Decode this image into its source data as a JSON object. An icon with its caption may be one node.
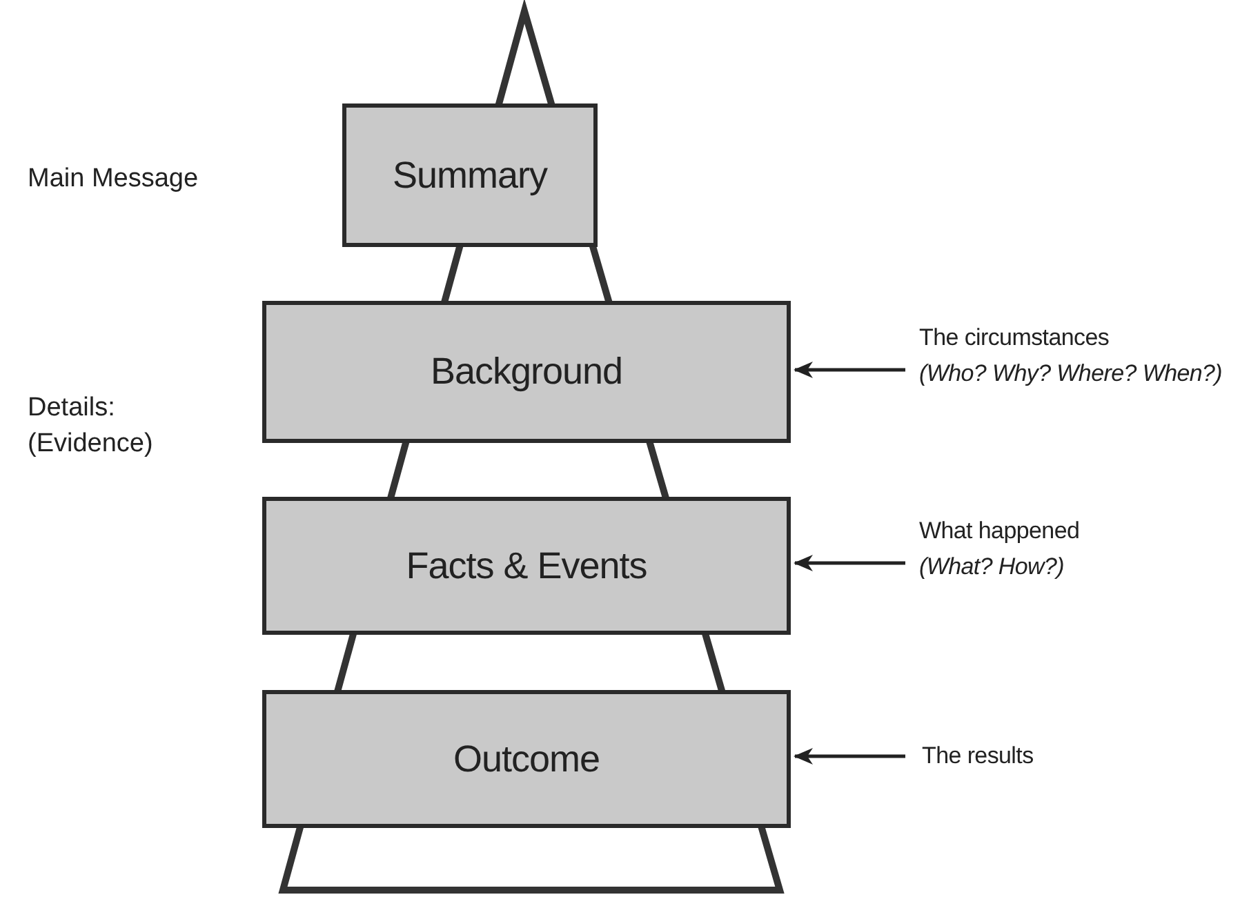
{
  "diagram": {
    "nodes": [
      {
        "text": [
          "Summary"
        ]
      },
      {
        "text": [
          "Background"
        ]
      },
      {
        "text": [
          "Facts & Events"
        ]
      },
      {
        "text": [
          "Outcome"
        ]
      },
      {
        "text": [
          "The circumstances",
          "(Who? Why? Where? When?)"
        ]
      },
      {
        "text": [
          "What happened",
          "(What? How?)"
        ]
      },
      {
        "text": [
          "The results"
        ]
      }
    ],
    "edges": [
      {
        "from": 4,
        "to": 1,
        "arrow": "to"
      },
      {
        "from": 5,
        "to": 2,
        "arrow": "to"
      },
      {
        "from": 6,
        "to": 3,
        "arrow": "to"
      }
    ],
    "labels": [
      "Main Message",
      "Details: (Evidence)"
    ]
  }
}
